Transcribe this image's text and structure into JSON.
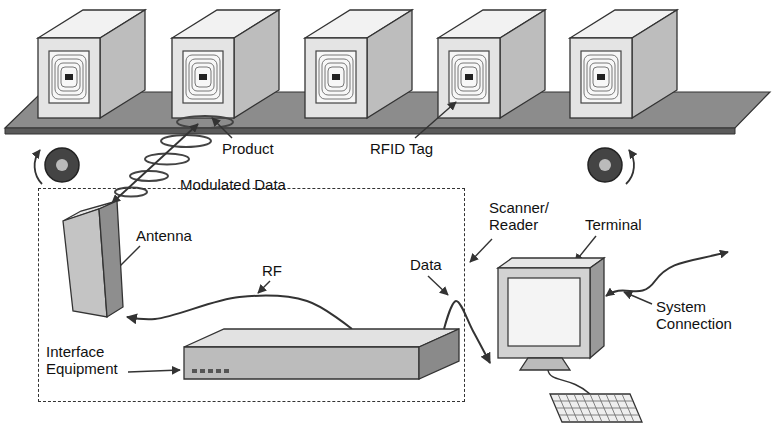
{
  "diagram": {
    "nodes": [
      {
        "text": [
          "Scanner/ Reader"
        ]
      },
      {
        "text": [
          "Antenna"
        ],
        "in": 0
      },
      {
        "text": [
          "Interface Equipment"
        ],
        "in": 0
      },
      {
        "text": [
          "Terminal"
        ]
      }
    ],
    "edges": [
      {
        "from": 2,
        "to": 1,
        "arrow": "to",
        "label": "RF"
      },
      {
        "from": 2,
        "to": 3,
        "arrow": "to",
        "label": "Data"
      }
    ],
    "labels": [
      "Product",
      "RFID Tag",
      "Modulated Data",
      "System Connection"
    ]
  }
}
